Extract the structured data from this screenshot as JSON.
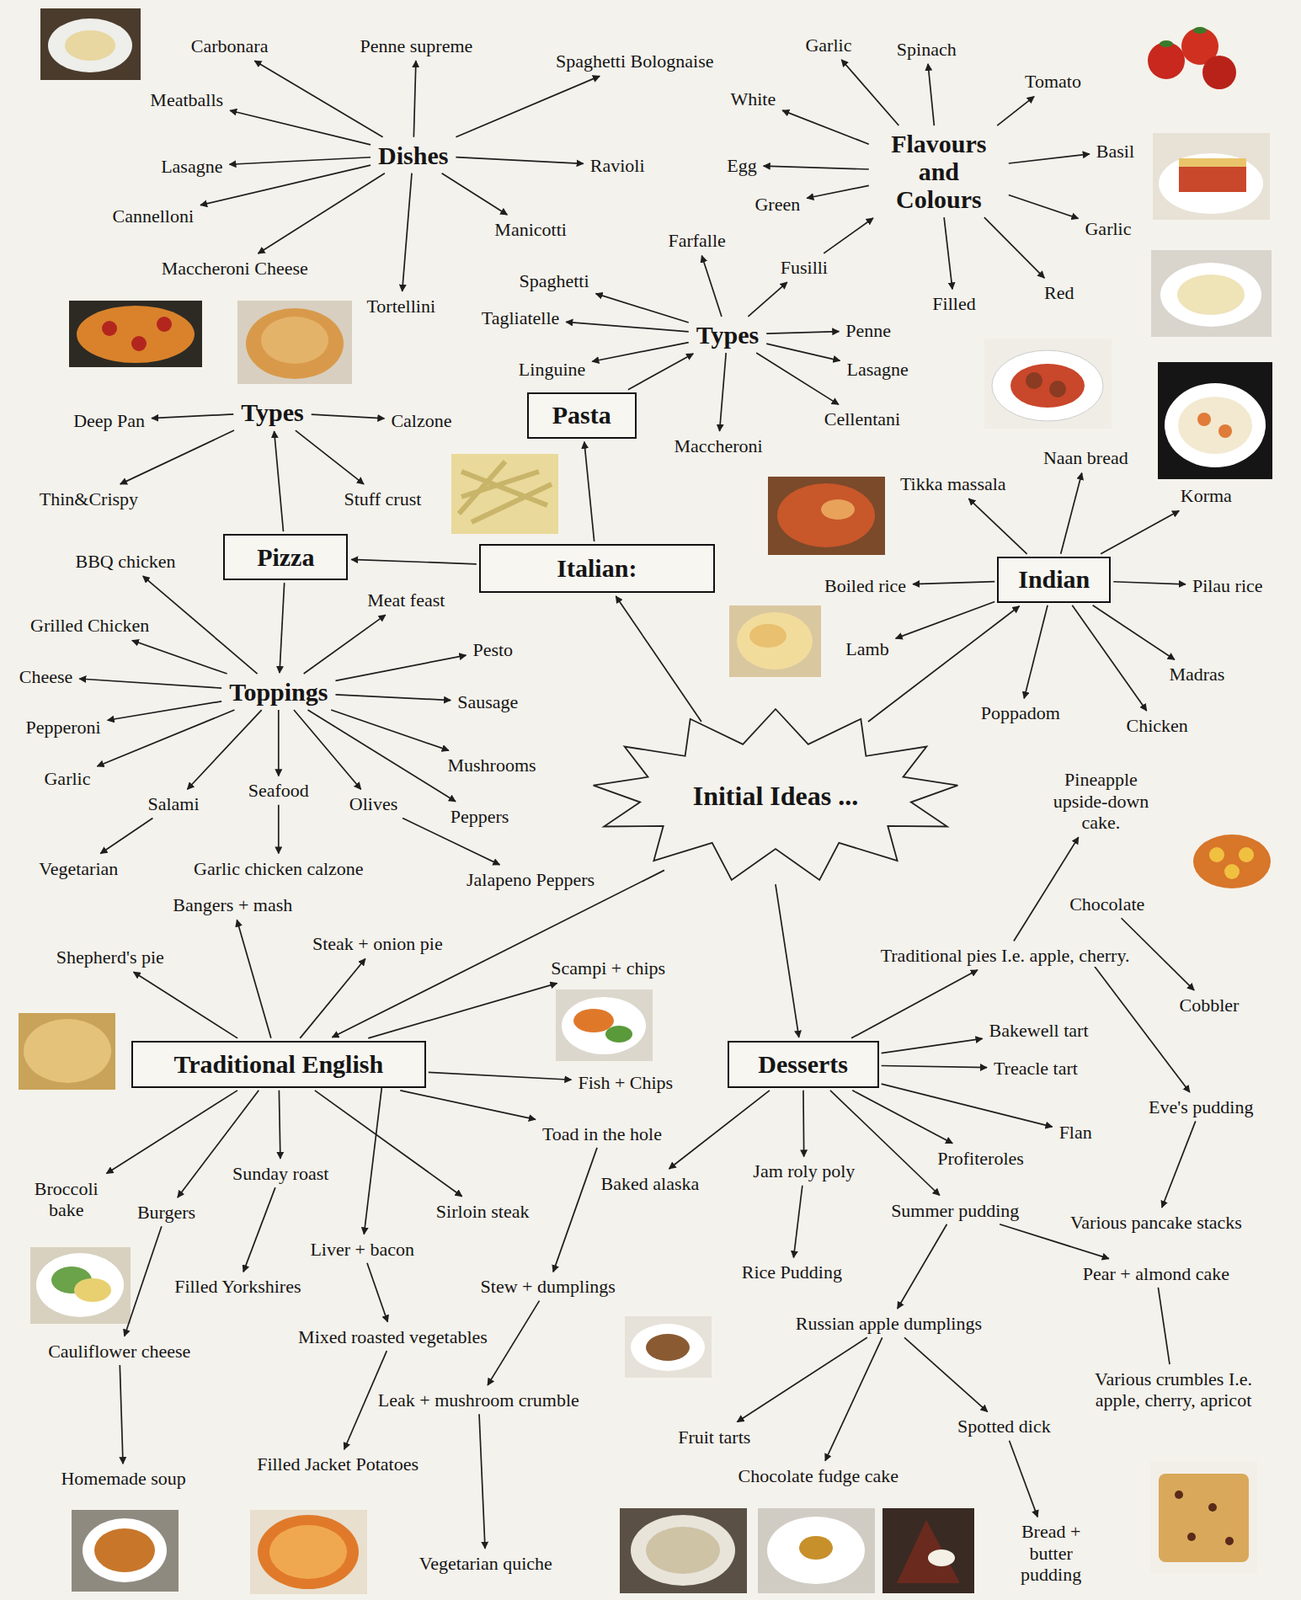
{
  "diagram": {
    "nodes": [
      {
        "text": [
          "Initial Ideas ..."
        ]
      },
      {
        "text": [
          "Italian:"
        ]
      },
      {
        "text": [
          "Pasta"
        ]
      },
      {
        "text": [
          "Pizza"
        ]
      },
      {
        "text": [
          "Indian"
        ]
      },
      {
        "text": [
          "Traditional English"
        ]
      },
      {
        "text": [
          "Desserts"
        ]
      },
      {
        "text": [
          "Dishes"
        ]
      },
      {
        "text": [
          "Carbonara"
        ]
      },
      {
        "text": [
          "Penne supreme"
        ]
      },
      {
        "text": [
          "Spaghetti Bolognaise"
        ]
      },
      {
        "text": [
          "Meatballs"
        ]
      },
      {
        "text": [
          "Lasagne"
        ]
      },
      {
        "text": [
          "Ravioli"
        ]
      },
      {
        "text": [
          "Cannelloni"
        ]
      },
      {
        "text": [
          "Manicotti"
        ]
      },
      {
        "text": [
          "Maccheroni Cheese"
        ]
      },
      {
        "text": [
          "Tortellini"
        ]
      },
      {
        "text": [
          "Flavours and Colours"
        ]
      },
      {
        "text": [
          "Garlic"
        ]
      },
      {
        "text": [
          "Spinach"
        ]
      },
      {
        "text": [
          "Tomato"
        ]
      },
      {
        "text": [
          "White"
        ]
      },
      {
        "text": [
          "Basil"
        ]
      },
      {
        "text": [
          "Egg"
        ]
      },
      {
        "text": [
          "Green"
        ]
      },
      {
        "text": [
          "Garlic"
        ]
      },
      {
        "text": [
          "Filled"
        ]
      },
      {
        "text": [
          "Red"
        ]
      },
      {
        "text": [
          "Types"
        ]
      },
      {
        "text": [
          "Farfalle"
        ]
      },
      {
        "text": [
          "Fusilli"
        ]
      },
      {
        "text": [
          "Spaghetti"
        ]
      },
      {
        "text": [
          "Tagliatelle"
        ]
      },
      {
        "text": [
          "Linguine"
        ]
      },
      {
        "text": [
          "Penne"
        ]
      },
      {
        "text": [
          "Lasagne"
        ]
      },
      {
        "text": [
          "Cellentani"
        ]
      },
      {
        "text": [
          "Maccheroni"
        ]
      },
      {
        "text": [
          "Types"
        ]
      },
      {
        "text": [
          "Deep Pan"
        ]
      },
      {
        "text": [
          "Calzone"
        ]
      },
      {
        "text": [
          "Thin&Crispy"
        ]
      },
      {
        "text": [
          "Stuff crust"
        ]
      },
      {
        "text": [
          "Toppings"
        ]
      },
      {
        "text": [
          "BBQ chicken"
        ]
      },
      {
        "text": [
          "Meat feast"
        ]
      },
      {
        "text": [
          "Grilled Chicken"
        ]
      },
      {
        "text": [
          "Pesto"
        ]
      },
      {
        "text": [
          "Cheese"
        ]
      },
      {
        "text": [
          "Sausage"
        ]
      },
      {
        "text": [
          "Pepperoni"
        ]
      },
      {
        "text": [
          "Mushrooms"
        ]
      },
      {
        "text": [
          "Garlic"
        ]
      },
      {
        "text": [
          "Salami"
        ]
      },
      {
        "text": [
          "Seafood"
        ]
      },
      {
        "text": [
          "Olives"
        ]
      },
      {
        "text": [
          "Peppers"
        ]
      },
      {
        "text": [
          "Vegetarian"
        ]
      },
      {
        "text": [
          "Garlic chicken calzone"
        ]
      },
      {
        "text": [
          "Jalapeno Peppers"
        ]
      },
      {
        "text": [
          "Naan bread"
        ]
      },
      {
        "text": [
          "Tikka massala"
        ]
      },
      {
        "text": [
          "Korma"
        ]
      },
      {
        "text": [
          "Boiled rice"
        ]
      },
      {
        "text": [
          "Pilau rice"
        ]
      },
      {
        "text": [
          "Lamb"
        ]
      },
      {
        "text": [
          "Madras"
        ]
      },
      {
        "text": [
          "Poppadom"
        ]
      },
      {
        "text": [
          "Chicken"
        ]
      },
      {
        "text": [
          "Bangers + mash"
        ]
      },
      {
        "text": [
          "Shepherd's pie"
        ]
      },
      {
        "text": [
          "Steak + onion pie"
        ]
      },
      {
        "text": [
          "Scampi + chips"
        ]
      },
      {
        "text": [
          "Fish + Chips"
        ]
      },
      {
        "text": [
          "Toad in the hole"
        ]
      },
      {
        "text": [
          "Broccoli bake"
        ]
      },
      {
        "text": [
          "Burgers"
        ]
      },
      {
        "text": [
          "Sunday roast"
        ]
      },
      {
        "text": [
          "Sirloin steak"
        ]
      },
      {
        "text": [
          "Liver + bacon"
        ]
      },
      {
        "text": [
          "Filled Yorkshires"
        ]
      },
      {
        "text": [
          "Stew + dumplings"
        ]
      },
      {
        "text": [
          "Cauliflower cheese"
        ]
      },
      {
        "text": [
          "Mixed roasted vegetables"
        ]
      },
      {
        "text": [
          "Leak + mushroom crumble"
        ]
      },
      {
        "text": [
          "Homemade soup"
        ]
      },
      {
        "text": [
          "Filled Jacket Potatoes"
        ]
      },
      {
        "text": [
          "Vegetarian quiche"
        ]
      },
      {
        "text": [
          "Pineapple upside-down cake."
        ]
      },
      {
        "text": [
          "Chocolate"
        ]
      },
      {
        "text": [
          "Traditional pies I.e. apple, cherry."
        ]
      },
      {
        "text": [
          "Cobbler"
        ]
      },
      {
        "text": [
          "Bakewell tart"
        ]
      },
      {
        "text": [
          "Treacle tart"
        ]
      },
      {
        "text": [
          "Eve's pudding"
        ]
      },
      {
        "text": [
          "Flan"
        ]
      },
      {
        "text": [
          "Profiteroles"
        ]
      },
      {
        "text": [
          "Baked alaska"
        ]
      },
      {
        "text": [
          "Jam roly poly"
        ]
      },
      {
        "text": [
          "Summer pudding"
        ]
      },
      {
        "text": [
          "Various pancake stacks"
        ]
      },
      {
        "text": [
          "Rice Pudding"
        ]
      },
      {
        "text": [
          "Pear + almond cake"
        ]
      },
      {
        "text": [
          "Russian apple dumplings"
        ]
      },
      {
        "text": [
          "Various crumbles I.e. apple, cherry, apricot"
        ]
      },
      {
        "text": [
          "Fruit tarts"
        ]
      },
      {
        "text": [
          "Spotted dick"
        ]
      },
      {
        "text": [
          "Chocolate fudge cake"
        ]
      },
      {
        "text": [
          "Bread + butter pudding"
        ]
      }
    ],
    "edges": [
      {
        "from": 0,
        "to": 1,
        "arrow": "to"
      },
      {
        "from": 0,
        "to": 4,
        "arrow": "to"
      },
      {
        "from": 0,
        "to": 5,
        "arrow": "to"
      },
      {
        "from": 0,
        "to": 6,
        "arrow": "to"
      },
      {
        "from": 1,
        "to": 2,
        "arrow": "to"
      },
      {
        "from": 1,
        "to": 3,
        "arrow": "to"
      },
      {
        "from": 2,
        "to": 29,
        "arrow": "to"
      },
      {
        "from": 7,
        "to": 8,
        "arrow": "to"
      },
      {
        "from": 7,
        "to": 9,
        "arrow": "to"
      },
      {
        "from": 7,
        "to": 10,
        "arrow": "to"
      },
      {
        "from": 7,
        "to": 11,
        "arrow": "to"
      },
      {
        "from": 7,
        "to": 12,
        "arrow": "to"
      },
      {
        "from": 7,
        "to": 13,
        "arrow": "to"
      },
      {
        "from": 7,
        "to": 14,
        "arrow": "to"
      },
      {
        "from": 7,
        "to": 15,
        "arrow": "to"
      },
      {
        "from": 7,
        "to": 16,
        "arrow": "to"
      },
      {
        "from": 7,
        "to": 17,
        "arrow": "to"
      },
      {
        "from": 18,
        "to": 19,
        "arrow": "to"
      },
      {
        "from": 18,
        "to": 20,
        "arrow": "to"
      },
      {
        "from": 18,
        "to": 21,
        "arrow": "to"
      },
      {
        "from": 18,
        "to": 22,
        "arrow": "to"
      },
      {
        "from": 18,
        "to": 23,
        "arrow": "to"
      },
      {
        "from": 18,
        "to": 24,
        "arrow": "to"
      },
      {
        "from": 18,
        "to": 25,
        "arrow": "to"
      },
      {
        "from": 18,
        "to": 26,
        "arrow": "to"
      },
      {
        "from": 18,
        "to": 27,
        "arrow": "to"
      },
      {
        "from": 18,
        "to": 28,
        "arrow": "to"
      },
      {
        "from": 31,
        "to": 18,
        "arrow": "to"
      },
      {
        "from": 29,
        "to": 30,
        "arrow": "to"
      },
      {
        "from": 29,
        "to": 31,
        "arrow": "to"
      },
      {
        "from": 29,
        "to": 32,
        "arrow": "to"
      },
      {
        "from": 29,
        "to": 33,
        "arrow": "to"
      },
      {
        "from": 29,
        "to": 34,
        "arrow": "to"
      },
      {
        "from": 29,
        "to": 35,
        "arrow": "to"
      },
      {
        "from": 29,
        "to": 36,
        "arrow": "to"
      },
      {
        "from": 29,
        "to": 37,
        "arrow": "to"
      },
      {
        "from": 29,
        "to": 38,
        "arrow": "to"
      },
      {
        "from": 3,
        "to": 39,
        "arrow": "to"
      },
      {
        "from": 3,
        "to": 44,
        "arrow": "to"
      },
      {
        "from": 39,
        "to": 40,
        "arrow": "to"
      },
      {
        "from": 39,
        "to": 41,
        "arrow": "to"
      },
      {
        "from": 39,
        "to": 42,
        "arrow": "to"
      },
      {
        "from": 39,
        "to": 43,
        "arrow": "to"
      },
      {
        "from": 44,
        "to": 45,
        "arrow": "to"
      },
      {
        "from": 44,
        "to": 46,
        "arrow": "to"
      },
      {
        "from": 44,
        "to": 47,
        "arrow": "to"
      },
      {
        "from": 44,
        "to": 48,
        "arrow": "to"
      },
      {
        "from": 44,
        "to": 49,
        "arrow": "to"
      },
      {
        "from": 44,
        "to": 50,
        "arrow": "to"
      },
      {
        "from": 44,
        "to": 51,
        "arrow": "to"
      },
      {
        "from": 44,
        "to": 52,
        "arrow": "to"
      },
      {
        "from": 44,
        "to": 53,
        "arrow": "to"
      },
      {
        "from": 44,
        "to": 54,
        "arrow": "to"
      },
      {
        "from": 44,
        "to": 55,
        "arrow": "to"
      },
      {
        "from": 44,
        "to": 56,
        "arrow": "to"
      },
      {
        "from": 44,
        "to": 57,
        "arrow": "to"
      },
      {
        "from": 54,
        "to": 58,
        "arrow": "to"
      },
      {
        "from": 55,
        "to": 59,
        "arrow": "to"
      },
      {
        "from": 56,
        "to": 60,
        "arrow": "to"
      },
      {
        "from": 4,
        "to": 61,
        "arrow": "to"
      },
      {
        "from": 4,
        "to": 62,
        "arrow": "to"
      },
      {
        "from": 4,
        "to": 63,
        "arrow": "to"
      },
      {
        "from": 4,
        "to": 64,
        "arrow": "to"
      },
      {
        "from": 4,
        "to": 65,
        "arrow": "to"
      },
      {
        "from": 4,
        "to": 66,
        "arrow": "to"
      },
      {
        "from": 4,
        "to": 67,
        "arrow": "to"
      },
      {
        "from": 4,
        "to": 68,
        "arrow": "to"
      },
      {
        "from": 4,
        "to": 69,
        "arrow": "to"
      },
      {
        "from": 5,
        "to": 70,
        "arrow": "to"
      },
      {
        "from": 5,
        "to": 71,
        "arrow": "to"
      },
      {
        "from": 5,
        "to": 72,
        "arrow": "to"
      },
      {
        "from": 5,
        "to": 73,
        "arrow": "to"
      },
      {
        "from": 5,
        "to": 74,
        "arrow": "to"
      },
      {
        "from": 5,
        "to": 75,
        "arrow": "to"
      },
      {
        "from": 5,
        "to": 76,
        "arrow": "to"
      },
      {
        "from": 5,
        "to": 77,
        "arrow": "to"
      },
      {
        "from": 5,
        "to": 78,
        "arrow": "to"
      },
      {
        "from": 5,
        "to": 79,
        "arrow": "to"
      },
      {
        "from": 5,
        "to": 80,
        "arrow": "to"
      },
      {
        "from": 77,
        "to": 83,
        "arrow": "to"
      },
      {
        "from": 83,
        "to": 86,
        "arrow": "to"
      },
      {
        "from": 78,
        "to": 81,
        "arrow": "to"
      },
      {
        "from": 80,
        "to": 84,
        "arrow": "to"
      },
      {
        "from": 84,
        "to": 87,
        "arrow": "to"
      },
      {
        "from": 75,
        "to": 82,
        "arrow": "to"
      },
      {
        "from": 82,
        "to": 85,
        "arrow": "to"
      },
      {
        "from": 85,
        "to": 88,
        "arrow": "to"
      },
      {
        "from": 6,
        "to": 91,
        "arrow": "to"
      },
      {
        "from": 6,
        "to": 93,
        "arrow": "to"
      },
      {
        "from": 6,
        "to": 94,
        "arrow": "to"
      },
      {
        "from": 6,
        "to": 96,
        "arrow": "to"
      },
      {
        "from": 6,
        "to": 97,
        "arrow": "to"
      },
      {
        "from": 6,
        "to": 100,
        "arrow": "to"
      },
      {
        "from": 6,
        "to": 99,
        "arrow": "to"
      },
      {
        "from": 6,
        "to": 98,
        "arrow": "to"
      },
      {
        "from": 91,
        "to": 89,
        "arrow": "to"
      },
      {
        "from": 91,
        "to": 95,
        "arrow": "to"
      },
      {
        "from": 90,
        "to": 92,
        "arrow": "to"
      },
      {
        "from": 95,
        "to": 101,
        "arrow": "to"
      },
      {
        "from": 99,
        "to": 102,
        "arrow": "to"
      },
      {
        "from": 100,
        "to": 104,
        "arrow": "to"
      },
      {
        "from": 100,
        "to": 103,
        "arrow": "to"
      },
      {
        "from": 103,
        "to": 105,
        "arrow": "none"
      },
      {
        "from": 104,
        "to": 106,
        "arrow": "to"
      },
      {
        "from": 104,
        "to": 108,
        "arrow": "to"
      },
      {
        "from": 104,
        "to": 107,
        "arrow": "to"
      },
      {
        "from": 107,
        "to": 109,
        "arrow": "to"
      }
    ]
  }
}
